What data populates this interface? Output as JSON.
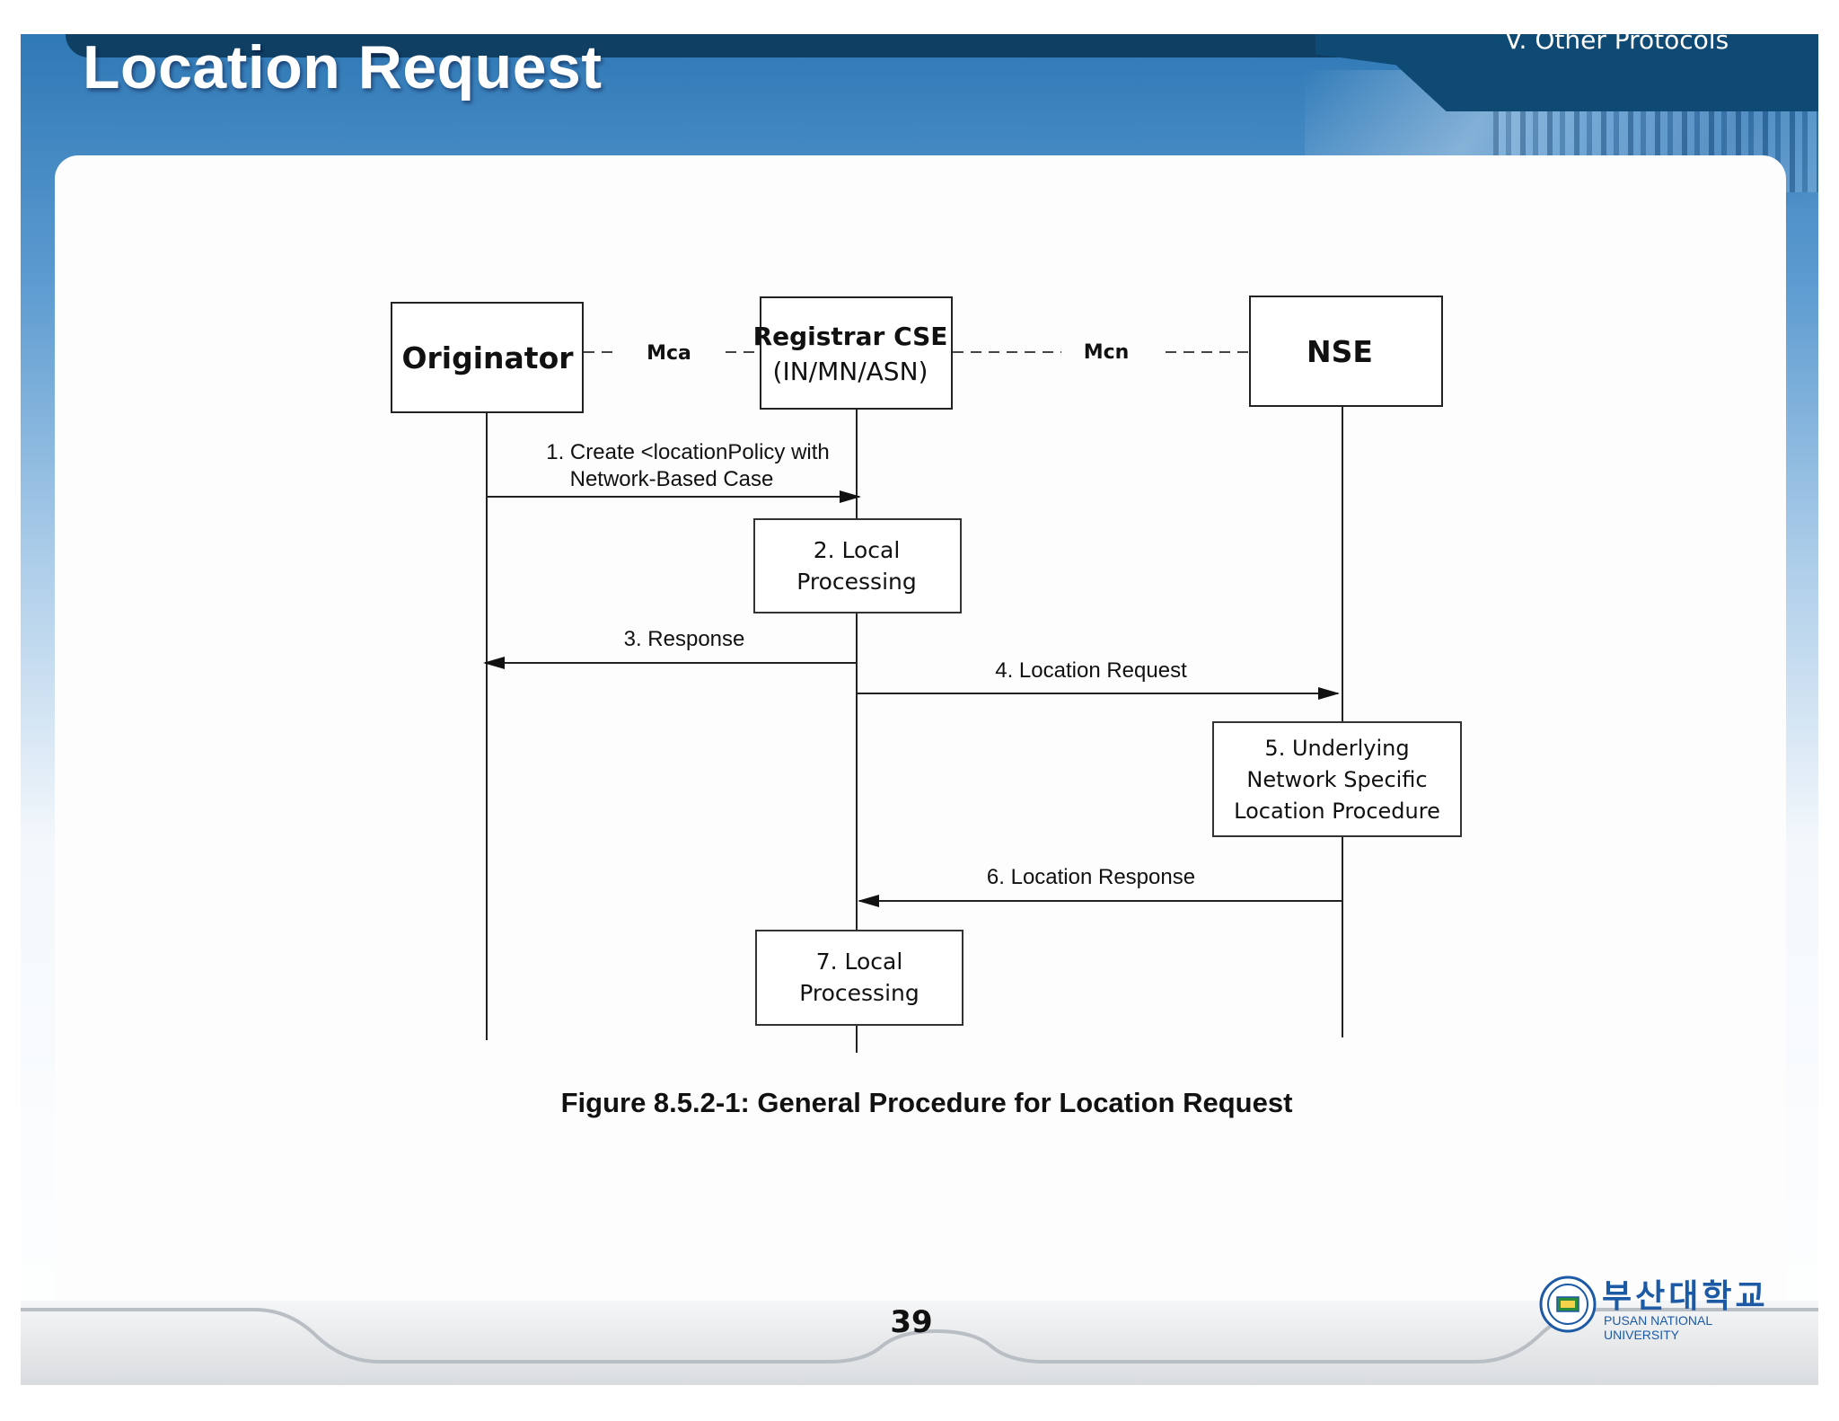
{
  "slide": {
    "title": "Location Request",
    "section": "V. Other Protocols",
    "page_number": "39"
  },
  "diagram": {
    "participants": {
      "originator": "Originator",
      "registrar_line1": "Registrar CSE",
      "registrar_line2": "(IN/MN/ASN)",
      "nse": "NSE"
    },
    "reference_points": {
      "mca": "Mca",
      "mcn": "Mcn"
    },
    "steps": {
      "step1_line1": "1. Create <locationPolicy with",
      "step1_line2": "Network-Based Case",
      "step2_line1": "2. Local",
      "step2_line2": "Processing",
      "step3": "3. Response",
      "step4": "4. Location Request",
      "step5_line1": "5. Underlying",
      "step5_line2": "Network Specific",
      "step5_line3": "Location Procedure",
      "step6": "6. Location Response",
      "step7_line1": "7. Local",
      "step7_line2": "Processing"
    },
    "caption": "Figure 8.5.2-1: General Procedure for Location Request"
  },
  "logo": {
    "korean": "부산대학교",
    "english": "PUSAN NATIONAL UNIVERSITY"
  }
}
